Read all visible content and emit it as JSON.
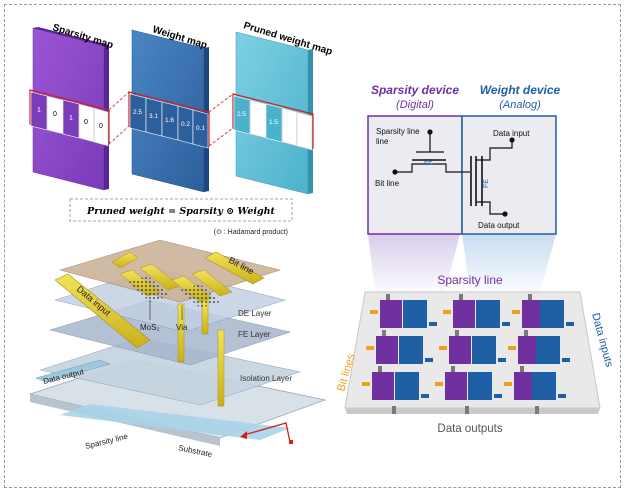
{
  "panel_a": {
    "titles": {
      "sparsity_map": "Sparsity map",
      "weight_map": "Weight map",
      "pruned_weight_map": "Pruned weight map"
    },
    "sparsity_values": [
      "1",
      "0",
      "1",
      "0",
      "0"
    ],
    "weight_values": [
      "2.5",
      "3.1",
      "1.6",
      "0.2",
      "0.1"
    ],
    "pruned_values": [
      "2.5",
      "",
      "1.5",
      "",
      ""
    ],
    "formula": "Pruned weight = Sparsity ⊙ Weight",
    "formula_note": "(⊙ : Hadamard product)"
  },
  "panel_b": {
    "labels": {
      "bit_line": "Bit line",
      "data_input": "Data input",
      "mos2": "MoS₂",
      "via": "Via",
      "de_layer": "DE Layer",
      "fe_layer": "FE Layer",
      "isolation_layer": "Isolation Layer",
      "data_output": "Data output",
      "sparsity_line": "Sparsity line",
      "substrate": "Substrate"
    }
  },
  "panel_c": {
    "sparsity_device_title": "Sparsity device",
    "sparsity_device_sub": "(Digital)",
    "weight_device_title": "Weight device",
    "weight_device_sub": "(Analog)",
    "circuit": {
      "sparsity_line": "Sparsity line",
      "bit_line": "Bit line",
      "data_input": "Data input",
      "data_output": "Data output",
      "fe_left": "FE",
      "fe_right": "FE"
    },
    "array": {
      "sparsity_line": "Sparsity line",
      "bit_lines": "Bit lines",
      "data_inputs": "Data inputs",
      "data_outputs": "Data outputs"
    },
    "colors": {
      "sparsity": "#7030a0",
      "weight": "#1f5fa6",
      "bitline_pin": "#f0a020"
    }
  }
}
